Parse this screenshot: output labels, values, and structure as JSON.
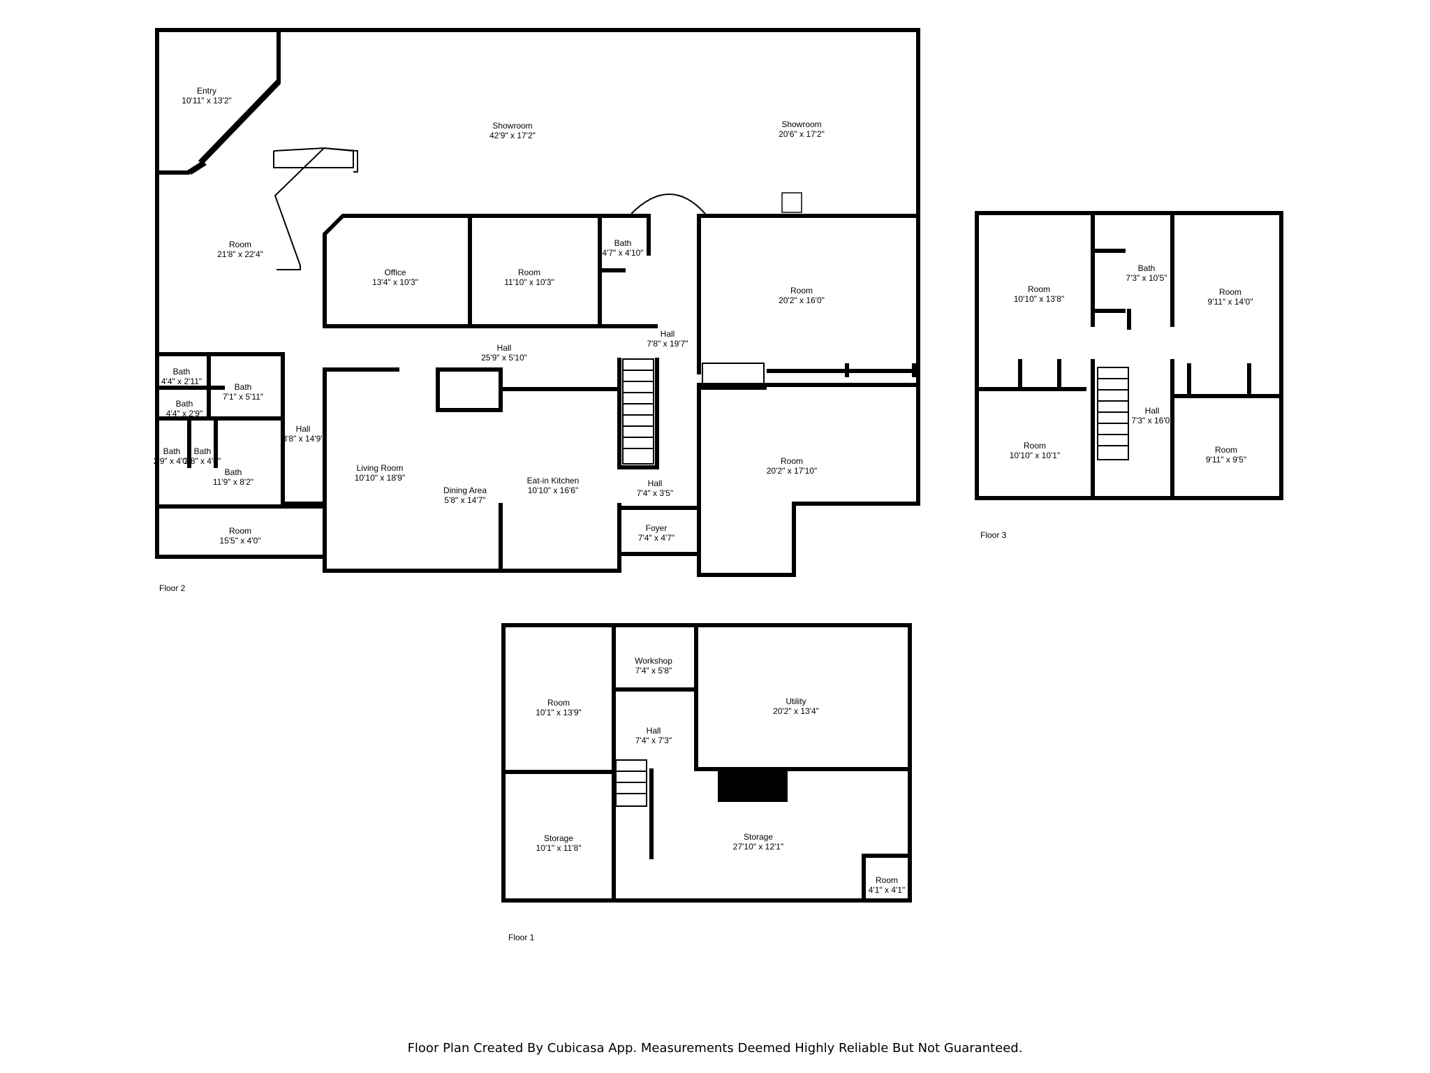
{
  "floors": [
    {
      "label": "Floor 2",
      "rooms": [
        {
          "name": "Entry",
          "dims": "10'11\" x 13'2\""
        },
        {
          "name": "Showroom",
          "dims": "42'9\" x 17'2\""
        },
        {
          "name": "Showroom",
          "dims": "20'6\" x 17'2\""
        },
        {
          "name": "Room",
          "dims": "21'8\" x 22'4\""
        },
        {
          "name": "Office",
          "dims": "13'4\" x 10'3\""
        },
        {
          "name": "Room",
          "dims": "11'10\" x 10'3\""
        },
        {
          "name": "Bath",
          "dims": "4'7\" x 4'10\""
        },
        {
          "name": "Room",
          "dims": "20'2\" x 16'0\""
        },
        {
          "name": "Hall",
          "dims": "7'8\" x 19'7\""
        },
        {
          "name": "Hall",
          "dims": "25'9\" x 5'10\""
        },
        {
          "name": "Bath",
          "dims": "4'4\" x 2'11\""
        },
        {
          "name": "Bath",
          "dims": "7'1\" x 5'11\""
        },
        {
          "name": "Bath",
          "dims": "4'4\" x 2'9\""
        },
        {
          "name": "Bath",
          "dims": "2'9\" x 4'0\""
        },
        {
          "name": "Bath",
          "dims": "2'8\" x 4'0\""
        },
        {
          "name": "Bath",
          "dims": "11'9\" x 8'2\""
        },
        {
          "name": "Hall",
          "dims": "3'8\" x 14'9\""
        },
        {
          "name": "Living Room",
          "dims": "10'10\" x 18'9\""
        },
        {
          "name": "Dining Area",
          "dims": "5'8\" x 14'7\""
        },
        {
          "name": "Eat-in Kitchen",
          "dims": "10'10\" x 16'6\""
        },
        {
          "name": "Hall",
          "dims": "7'4\" x 3'5\""
        },
        {
          "name": "Foyer",
          "dims": "7'4\" x 4'7\""
        },
        {
          "name": "Room",
          "dims": "20'2\" x 17'10\""
        },
        {
          "name": "Room",
          "dims": "15'5\" x 4'0\""
        }
      ]
    },
    {
      "label": "Floor 3",
      "rooms": [
        {
          "name": "Room",
          "dims": "10'10\" x 13'8\""
        },
        {
          "name": "Bath",
          "dims": "7'3\" x 10'5\""
        },
        {
          "name": "Room",
          "dims": "9'11\" x 14'0\""
        },
        {
          "name": "Hall",
          "dims": "7'3\" x 16'0\""
        },
        {
          "name": "Room",
          "dims": "10'10\" x 10'1\""
        },
        {
          "name": "Room",
          "dims": "9'11\" x 9'5\""
        }
      ]
    },
    {
      "label": "Floor 1",
      "rooms": [
        {
          "name": "Workshop",
          "dims": "7'4\" x 5'8\""
        },
        {
          "name": "Room",
          "dims": "10'1\" x 13'9\""
        },
        {
          "name": "Utility",
          "dims": "20'2\" x 13'4\""
        },
        {
          "name": "Hall",
          "dims": "7'4\" x 7'3\""
        },
        {
          "name": "Storage",
          "dims": "10'1\" x 11'8\""
        },
        {
          "name": "Storage",
          "dims": "27'10\" x 12'1\""
        },
        {
          "name": "Room",
          "dims": "4'1\" x 4'1\""
        }
      ]
    }
  ],
  "footer": "Floor Plan Created By Cubicasa App. Measurements Deemed Highly Reliable But Not Guaranteed."
}
